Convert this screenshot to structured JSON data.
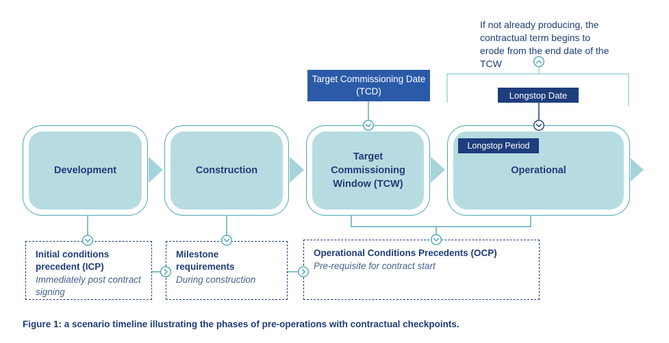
{
  "colors": {
    "teal": "#4aa6b5",
    "teal_line": "#58aebc",
    "teal_light": "#9ed3da",
    "fill": "#b6dce1",
    "arrow": "#a5d3da",
    "navy": "#1e3d7b",
    "blue": "#2b5ba8",
    "text": "#1e3c78",
    "subtext": "#44618f"
  },
  "annotation": {
    "text": "If not already producing, the contractual term begins to erode from the end date of the TCW"
  },
  "labels": {
    "tcd": "Target Commissioning Date (TCD)",
    "longstop_date": "Longstop Date",
    "longstop_period": "Longstop Period"
  },
  "phases": [
    {
      "label": "Development"
    },
    {
      "label": "Construction"
    },
    {
      "label": "Target Commissioning Window (TCW)"
    },
    {
      "label": "Operational"
    }
  ],
  "checkpoints": [
    {
      "title": "Initial conditions precedent (ICP)",
      "subtitle": "Immediately post contract signing"
    },
    {
      "title": "Milestone requirements",
      "subtitle": "During construction"
    },
    {
      "title": "Operational Conditions Precedents (OCP)",
      "subtitle": "Pre-requisite for contract start"
    }
  ],
  "caption": "Figure 1: a scenario timeline illustrating the phases of pre-operations with contractual checkpoints."
}
